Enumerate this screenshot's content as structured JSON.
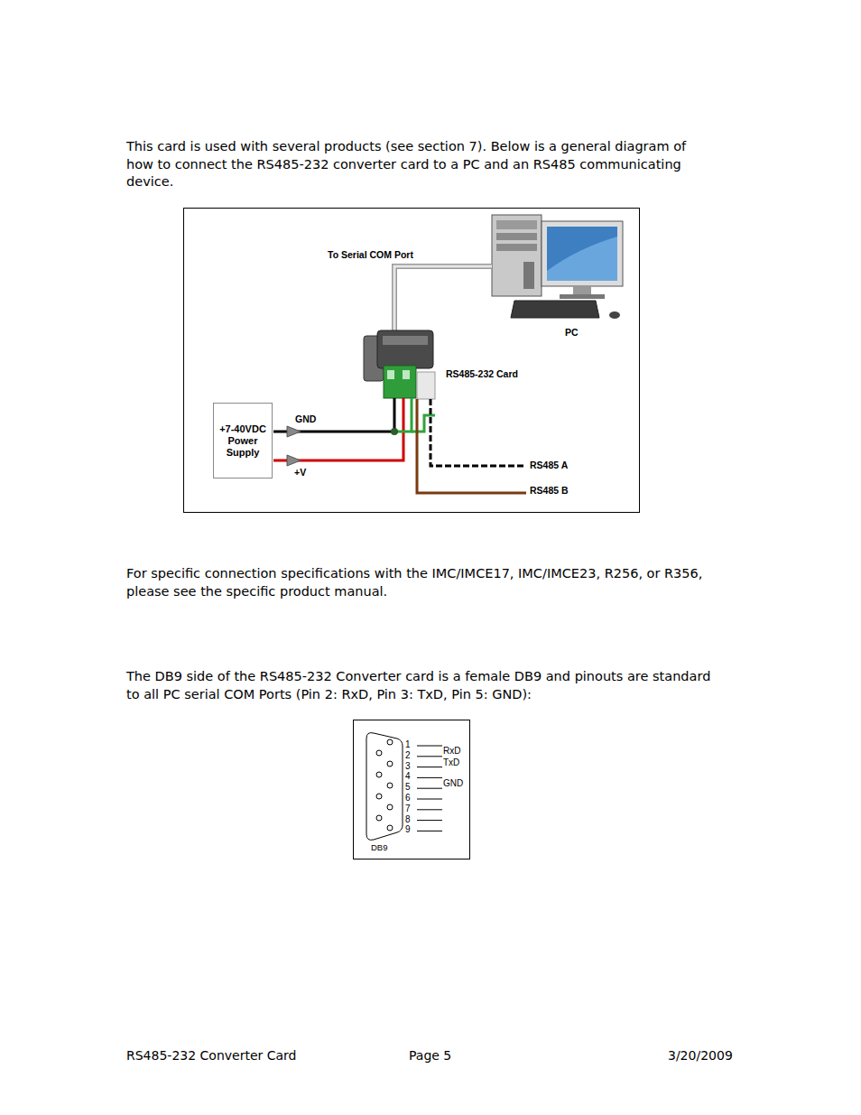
{
  "diagram": {
    "nodes": [
      {
        "text": [
          "+7-40VDC Power Supply"
        ]
      }
    ],
    "labels": [
      "This card is used with several products (see section 7).  Below is a general diagram of how to connect the RS485-232 converter card to a PC and an RS485 communicating device.",
      "To Serial COM Port",
      "PC",
      "RS485-232 Card",
      "GND",
      "+V",
      "RS485 A",
      "RS485 B",
      "For specific connection specifications with the IMC/IMCE17, IMC/IMCE23, R256, or R356, please see the specific product manual.",
      "The DB9 side of the RS485-232 Converter card is a female DB9 and pinouts are standard to all PC serial COM Ports (Pin 2: RxD, Pin 3: TxD, Pin 5: GND):",
      "1",
      "2",
      "3",
      "4",
      "5",
      "6",
      "7",
      "8",
      "9",
      "RxD",
      "TxD",
      "GND",
      "DB9",
      "RS485-232 Converter Card",
      "Page 5",
      "3/20/2009"
    ]
  }
}
